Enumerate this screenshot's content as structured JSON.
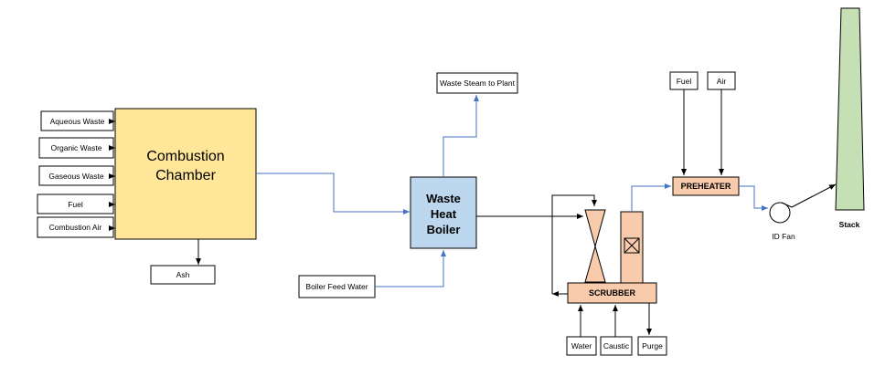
{
  "inputs": {
    "aqueous_waste": "Aqueous Waste",
    "organic_waste": "Organic Waste",
    "gaseous_waste": "Gaseous Waste",
    "fuel": "Fuel",
    "combustion_air": "Combustion Air"
  },
  "combustion_chamber": {
    "line1": "Combustion",
    "line2": "Chamber"
  },
  "ash": "Ash",
  "waste_steam": "Waste Steam to Plant",
  "boiler": {
    "line1": "Waste",
    "line2": "Heat",
    "line3": "Boiler"
  },
  "boiler_feed_water": "Boiler Feed Water",
  "scrubber": "SCRUBBER",
  "scrubber_inputs": {
    "water": "Water",
    "caustic": "Caustic",
    "purge": "Purge"
  },
  "preheater": {
    "label": "PREHEATER",
    "fuel": "Fuel",
    "air": "Air"
  },
  "id_fan": "ID Fan",
  "stack": "Stack",
  "colors": {
    "combustion_fill": "#FFE699",
    "boiler_fill": "#BDD7EE",
    "scrubber_fill": "#F8CBAD",
    "stack_fill": "#C5E0B4",
    "flue_gas_line": "#4472C4",
    "process_line": "#000000"
  }
}
